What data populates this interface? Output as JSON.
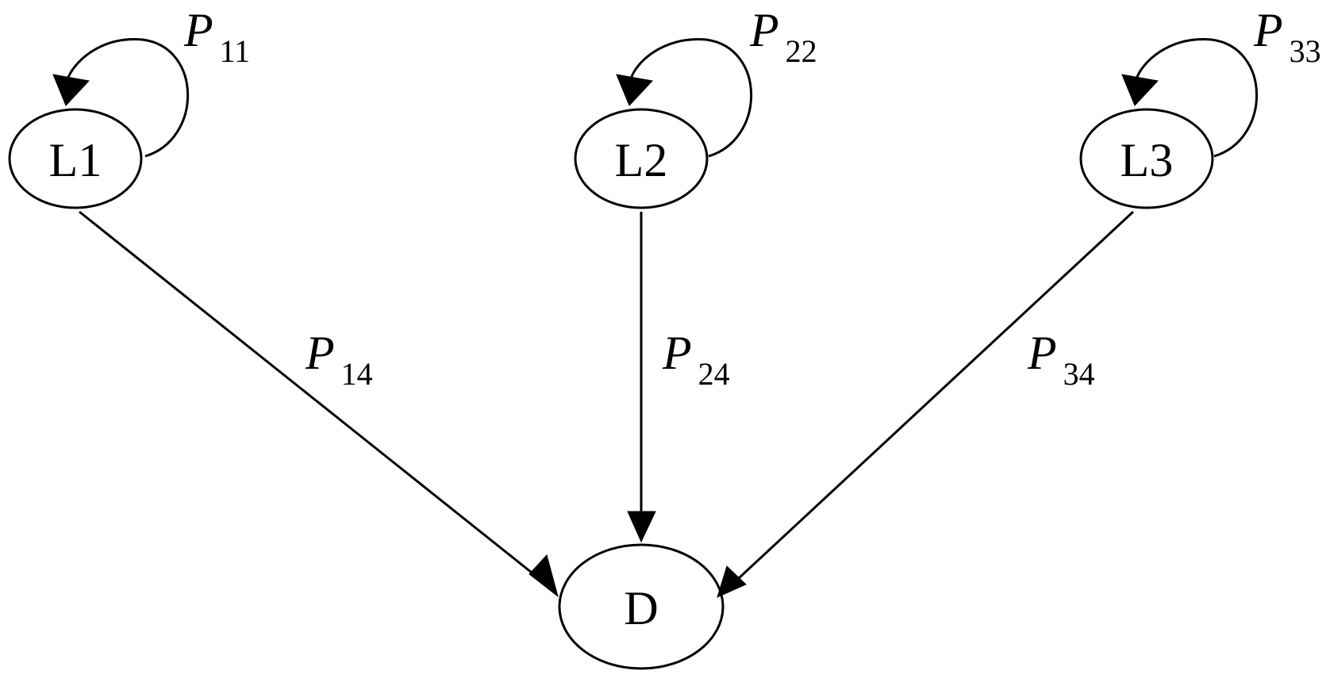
{
  "nodes": {
    "l1": "L1",
    "l2": "L2",
    "l3": "L3",
    "d": "D"
  },
  "edges": {
    "l1_loop": {
      "symbol": "P",
      "index": "11"
    },
    "l2_loop": {
      "symbol": "P",
      "index": "22"
    },
    "l3_loop": {
      "symbol": "P",
      "index": "33"
    },
    "l1_to_d": {
      "symbol": "P",
      "index": "14"
    },
    "l2_to_d": {
      "symbol": "P",
      "index": "24"
    },
    "l3_to_d": {
      "symbol": "P",
      "index": "34"
    }
  },
  "colors": {
    "stroke": "#000000",
    "background": "#ffffff"
  }
}
